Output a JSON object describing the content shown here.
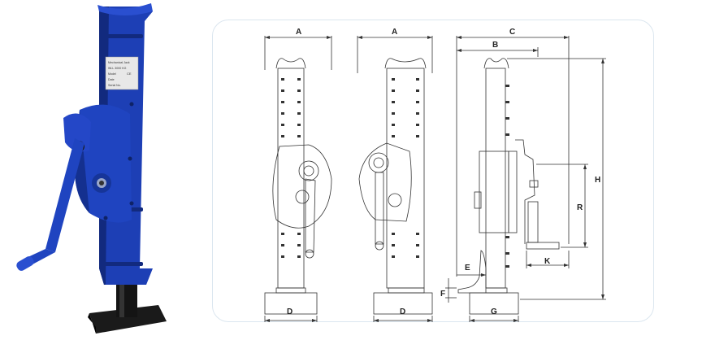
{
  "labels": {
    "view1_width": "A",
    "view1_base": "D",
    "view2_width": "A",
    "view2_base": "D",
    "side_overall": "C",
    "side_head": "B",
    "side_base": "G",
    "side_toe": "E",
    "side_toe_height": "F",
    "side_height": "H",
    "side_crank_radius": "R",
    "side_crank_offset": "K"
  },
  "plate": {
    "lines": [
      "Mechanical Jack",
      "WLL 3000 KG",
      "Model",
      "Date",
      "Serial No."
    ],
    "mark": "CE"
  },
  "colors": {
    "body": "#1d3fb5",
    "body_dark": "#122a7e",
    "base": "#1a1a1a",
    "line": "#333333"
  }
}
